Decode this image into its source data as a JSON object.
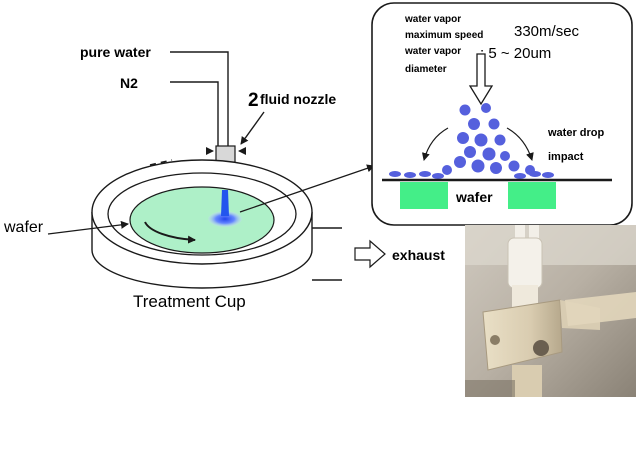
{
  "labels": {
    "pure_water": "pure water",
    "n2": "N2",
    "nozzle_num": "2",
    "nozzle_text": "fluid nozzle",
    "wafer_left": "wafer",
    "exhaust": "exhaust",
    "cup": "Treatment Cup"
  },
  "inset": {
    "vapor_speed_line1": "water vapor",
    "vapor_speed_line2": "maximum speed",
    "vapor_diam_line1": "water vapor",
    "vapor_diam_line2": "diameter",
    "speed_value": "330m/sec",
    "diameter_value": ": 5 ~ 20um",
    "drop_line1": "water drop",
    "drop_line2": "impact",
    "wafer": "wafer"
  },
  "colors": {
    "wafer_fill": "#aef0c8",
    "wafer_green": "#44ee88",
    "droplet": "#5560dd",
    "jet_blue": "#2255ee",
    "stroke": "#1a1a1a"
  },
  "photo": {
    "icon": "nozzle-photo-icon"
  }
}
